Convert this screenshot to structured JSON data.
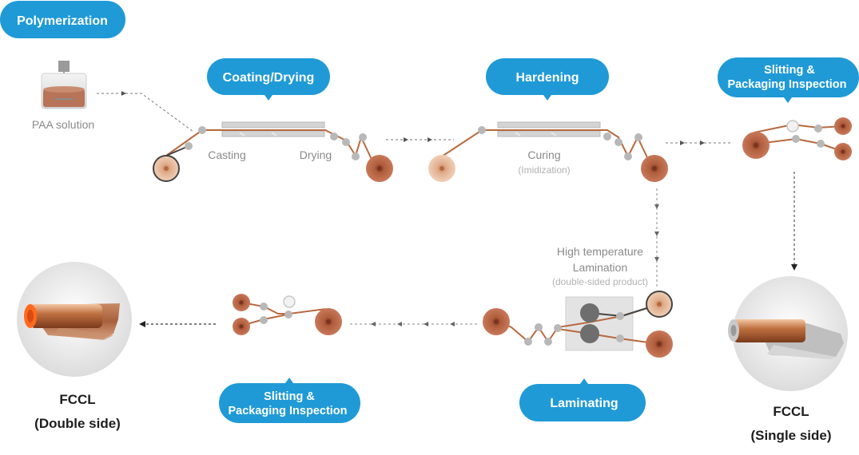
{
  "steps": {
    "polymerization": "Polymerization",
    "coating": "Coating/Drying",
    "hardening": "Hardening",
    "slitting_top_1": "Slitting &",
    "slitting_top_2": "Packaging Inspection",
    "slitting_bottom_1": "Slitting &",
    "slitting_bottom_2": "Packaging Inspection",
    "laminating": "Laminating"
  },
  "labels": {
    "paa": "PAA solution",
    "casting": "Casting",
    "drying": "Drying",
    "curing": "Curing",
    "imidization": "(Imidization)",
    "ht_1": "High temperature",
    "ht_2": "Lamination",
    "ht_3": "(double-sided product)"
  },
  "products": {
    "double_1": "FCCL",
    "double_2": "(Double side)",
    "single_1": "FCCL",
    "single_2": "(Single side)"
  },
  "colors": {
    "pill": "#1f9ad6",
    "copper": "#b8693f",
    "roll_outer": "#a6583a",
    "roll_light": "#dba482",
    "text_gray": "#8a8a8a",
    "product_text": "#1e1e1e"
  }
}
